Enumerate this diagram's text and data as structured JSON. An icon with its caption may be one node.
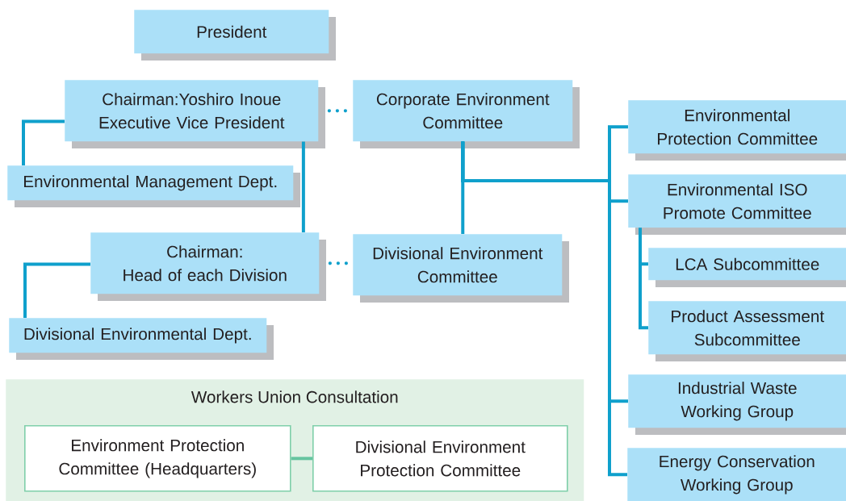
{
  "diagram": {
    "nodes": [
      {
        "text": [
          "President"
        ]
      },
      {
        "text": [
          "Chairman:Yoshiro Inoue Executive Vice President"
        ]
      },
      {
        "text": [
          "Corporate Environment Committee"
        ]
      },
      {
        "text": [
          "Environmental Management Dept."
        ]
      },
      {
        "text": [
          "Chairman:",
          "Head of each Division"
        ]
      },
      {
        "text": [
          "Divisional Environment Committee"
        ]
      },
      {
        "text": [
          "Divisional Environmental Dept."
        ]
      },
      {
        "text": [
          "Environmental Protection Committee"
        ]
      },
      {
        "text": [
          "Environmental ISO Promote Committee"
        ]
      },
      {
        "text": [
          "LCA Subcommittee"
        ]
      },
      {
        "text": [
          "Product Assessment Subcommittee"
        ]
      },
      {
        "text": [
          "Industrial Waste Working Group"
        ]
      },
      {
        "text": [
          "Energy Conservation Working Group"
        ]
      },
      {
        "text": [
          "Workers Union Consultation"
        ]
      },
      {
        "text": [
          "Environment Protection Committee (Headquarters)"
        ],
        "in": 13
      },
      {
        "text": [
          "Divisional Environment Protection Committee"
        ],
        "in": 13
      }
    ],
    "edges": [
      {
        "from": 1,
        "to": 3,
        "arrow": "none"
      },
      {
        "from": 1,
        "to": 4,
        "arrow": "none"
      },
      {
        "from": 1,
        "to": 2,
        "arrow": "none",
        "style": "dashed"
      },
      {
        "from": 4,
        "to": 6,
        "arrow": "none"
      },
      {
        "from": 4,
        "to": 5,
        "arrow": "none",
        "style": "dashed"
      },
      {
        "from": 2,
        "to": 5,
        "arrow": "none"
      },
      {
        "from": 2,
        "to": 7,
        "arrow": "none"
      },
      {
        "from": 2,
        "to": 8,
        "arrow": "none"
      },
      {
        "from": 2,
        "to": 11,
        "arrow": "none"
      },
      {
        "from": 2,
        "to": 12,
        "arrow": "none"
      },
      {
        "from": 8,
        "to": 9,
        "arrow": "none"
      },
      {
        "from": 8,
        "to": 10,
        "arrow": "none"
      },
      {
        "from": 14,
        "to": 15,
        "arrow": "none",
        "color": "#66c4a0"
      }
    ]
  }
}
